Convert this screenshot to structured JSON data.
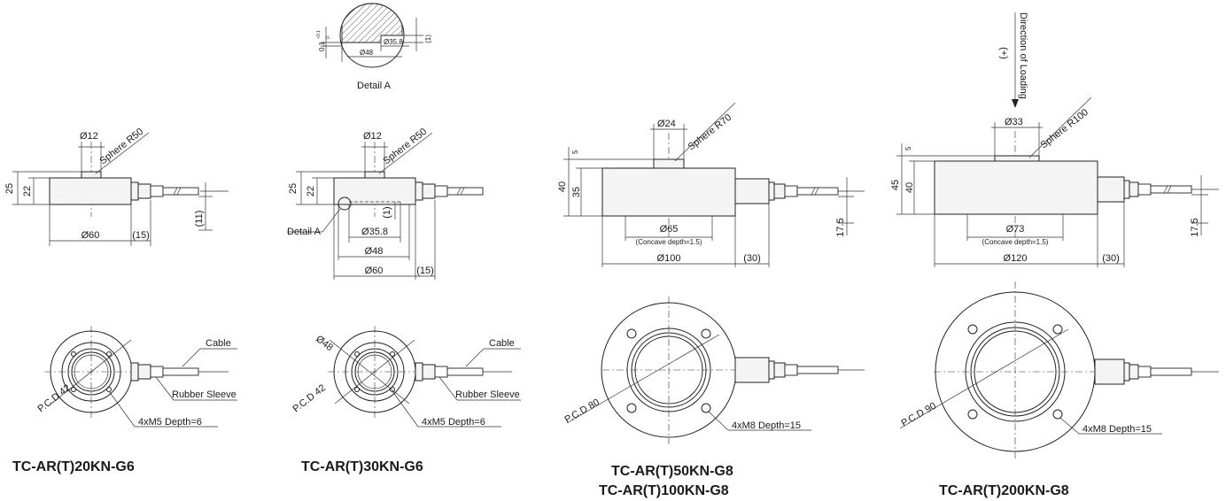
{
  "detail_a": {
    "title": "Detail A",
    "dia_48": "Ø48",
    "dia_35_8": "Ø35.8",
    "depth_1": "(1)",
    "tol": "0.1",
    "tol_upper": "+0.1",
    "tol_lower": "0"
  },
  "loading": {
    "label": "Direction of Loading",
    "sign": "(+)"
  },
  "models": [
    {
      "name": "TC-AR(T)20KN-G6",
      "dia_top": "Ø12",
      "sphere": "Sphere R50",
      "height_total": "25",
      "height_body": "22",
      "dia_body": "Ø60",
      "cable_len": "(15)",
      "cable_height": "(11)",
      "pcd": "P.C.D 42",
      "thread": "4xM5 Depth=6",
      "cable_label": "Cable",
      "sleeve_label": "Rubber Sleeve"
    },
    {
      "name": "TC-AR(T)30KN-G6",
      "dia_top": "Ø12",
      "sphere": "Sphere R50",
      "height_total": "25",
      "height_body": "22",
      "detail": "Detail A",
      "depth_1": "(1)",
      "dia_inner": "Ø35.8",
      "dia_mid": "Ø48",
      "dia_body": "Ø60",
      "cable_len": "(15)",
      "plan_dia": "Ø48",
      "pcd": "P.C.D 42",
      "thread": "4xM5 Depth=6",
      "cable_label": "Cable",
      "sleeve_label": "Rubber Sleeve"
    },
    {
      "name": "TC-AR(T)50KN-G8",
      "name2": "TC-AR(T)100KN-G8",
      "dia_top": "Ø24",
      "sphere": "Sphere R70",
      "height_top": "5",
      "height_total": "40",
      "height_body": "35",
      "dia_concave": "Ø65",
      "concave_note": "(Concave depth=1.5)",
      "dia_body": "Ø100",
      "cable_len": "(30)",
      "cable_height": "17.5",
      "pcd": "P.C.D 80",
      "thread": "4xM8 Depth=15"
    },
    {
      "name": "TC-AR(T)200KN-G8",
      "dia_top": "Ø33",
      "sphere": "Sphere R100",
      "height_top": "5",
      "height_total": "45",
      "height_body": "40",
      "dia_concave": "Ø73",
      "concave_note": "(Concave depth=1.5)",
      "dia_body": "Ø120",
      "cable_len": "(30)",
      "cable_height": "17.5",
      "pcd": "P.C.D 90",
      "thread": "4xM8 Depth=15"
    }
  ]
}
